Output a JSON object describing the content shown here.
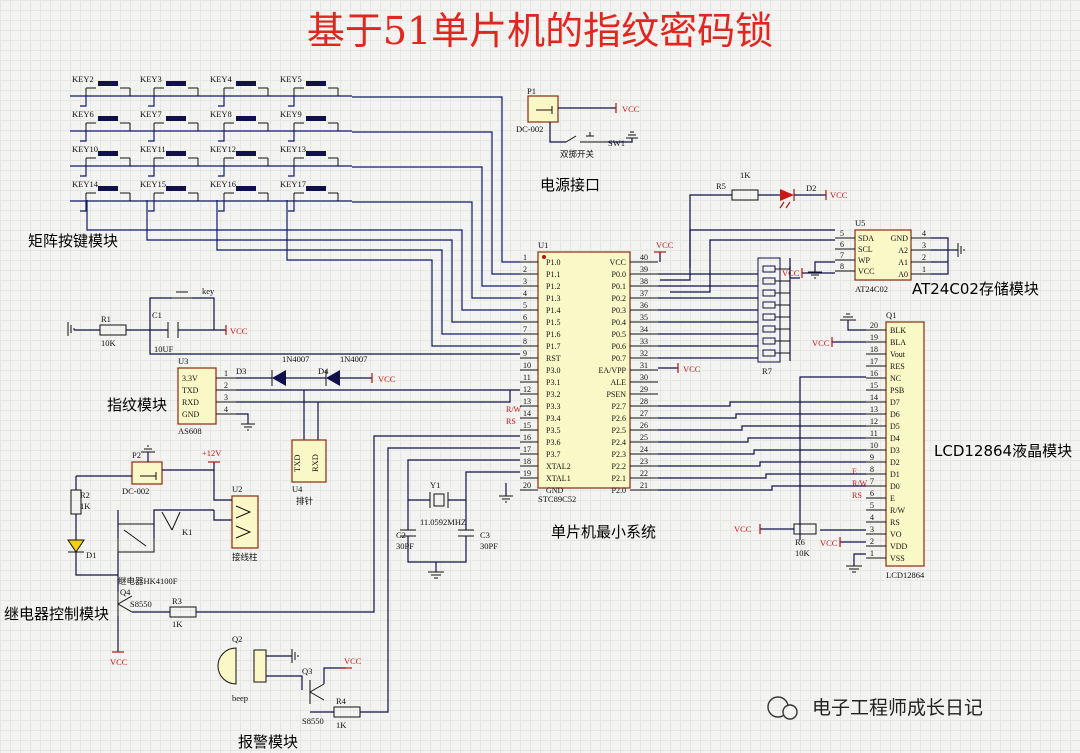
{
  "title": "基于51单片机的指纹密码锁",
  "sections": {
    "keypad": "矩阵按键模块",
    "power": "电源接口",
    "fingerprint": "指纹模块",
    "relay": "继电器控制模块",
    "alarm": "报警模块",
    "mcu": "单片机最小系统",
    "eeprom": "AT24C02存储模块",
    "lcd": "LCD12864液晶模块"
  },
  "watermark": "电子工程师成长日记",
  "keys": [
    "KEY2",
    "KEY3",
    "KEY4",
    "KEY5",
    "KEY6",
    "KEY7",
    "KEY8",
    "KEY9",
    "KEY10",
    "KEY11",
    "KEY12",
    "KEY13",
    "KEY14",
    "KEY15",
    "KEY16",
    "KEY17"
  ],
  "mcu": {
    "ref": "U1",
    "part": "STC89C52",
    "left_pins": [
      {
        "num": "1",
        "name": "P1.0"
      },
      {
        "num": "2",
        "name": "P1.1"
      },
      {
        "num": "3",
        "name": "P1.2"
      },
      {
        "num": "4",
        "name": "P1.3"
      },
      {
        "num": "5",
        "name": "P1.4"
      },
      {
        "num": "6",
        "name": "P1.5"
      },
      {
        "num": "7",
        "name": "P1.6"
      },
      {
        "num": "8",
        "name": "P1.7"
      },
      {
        "num": "9",
        "name": "RST"
      },
      {
        "num": "10",
        "name": "P3.0"
      },
      {
        "num": "11",
        "name": "P3.1"
      },
      {
        "num": "12",
        "name": "P3.2"
      },
      {
        "num": "13",
        "name": "P3.3"
      },
      {
        "num": "14",
        "name": "P3.4"
      },
      {
        "num": "15",
        "name": "P3.5"
      },
      {
        "num": "16",
        "name": "P3.6"
      },
      {
        "num": "17",
        "name": "P3.7"
      },
      {
        "num": "18",
        "name": "XTAL2"
      },
      {
        "num": "19",
        "name": "XTAL1"
      },
      {
        "num": "20",
        "name": "GND"
      }
    ],
    "right_pins": [
      {
        "num": "40",
        "name": "VCC"
      },
      {
        "num": "39",
        "name": "P0.0"
      },
      {
        "num": "38",
        "name": "P0.1"
      },
      {
        "num": "37",
        "name": "P0.2"
      },
      {
        "num": "36",
        "name": "P0.3"
      },
      {
        "num": "35",
        "name": "P0.4"
      },
      {
        "num": "34",
        "name": "P0.5"
      },
      {
        "num": "33",
        "name": "P0.6"
      },
      {
        "num": "32",
        "name": "P0.7"
      },
      {
        "num": "31",
        "name": "EA/VPP"
      },
      {
        "num": "30",
        "name": "ALE"
      },
      {
        "num": "29",
        "name": "PSEN"
      },
      {
        "num": "28",
        "name": "P2.7"
      },
      {
        "num": "27",
        "name": "P2.6"
      },
      {
        "num": "26",
        "name": "P2.5"
      },
      {
        "num": "25",
        "name": "P2.4"
      },
      {
        "num": "24",
        "name": "P2.3"
      },
      {
        "num": "23",
        "name": "P2.2"
      },
      {
        "num": "22",
        "name": "P2.1"
      },
      {
        "num": "21",
        "name": "P2.0"
      }
    ],
    "net_labels": [
      "R/W",
      "RS"
    ]
  },
  "lcd": {
    "ref": "Q1",
    "part": "LCD12864",
    "pins": [
      {
        "num": "20",
        "name": "BLK"
      },
      {
        "num": "19",
        "name": "BLA"
      },
      {
        "num": "18",
        "name": "Vout"
      },
      {
        "num": "17",
        "name": "RES"
      },
      {
        "num": "16",
        "name": "NC"
      },
      {
        "num": "15",
        "name": "PSB"
      },
      {
        "num": "14",
        "name": "D7"
      },
      {
        "num": "13",
        "name": "D6"
      },
      {
        "num": "12",
        "name": "D5"
      },
      {
        "num": "11",
        "name": "D4"
      },
      {
        "num": "10",
        "name": "D3"
      },
      {
        "num": "9",
        "name": "D2"
      },
      {
        "num": "8",
        "name": "D1"
      },
      {
        "num": "7",
        "name": "D0"
      },
      {
        "num": "6",
        "name": "E"
      },
      {
        "num": "5",
        "name": "R/W"
      },
      {
        "num": "4",
        "name": "RS"
      },
      {
        "num": "3",
        "name": "VO"
      },
      {
        "num": "2",
        "name": "VDD"
      },
      {
        "num": "1",
        "name": "VSS"
      }
    ],
    "net_labels": [
      "E",
      "R/W",
      "RS"
    ]
  },
  "eeprom": {
    "ref": "U5",
    "part": "AT24C02",
    "left": [
      {
        "num": "5",
        "name": "SDA"
      },
      {
        "num": "6",
        "name": "SCL"
      },
      {
        "num": "7",
        "name": "WP"
      },
      {
        "num": "8",
        "name": "VCC"
      }
    ],
    "right": [
      {
        "num": "4",
        "name": "GND"
      },
      {
        "num": "3",
        "name": "A2"
      },
      {
        "num": "2",
        "name": "A1"
      },
      {
        "num": "1",
        "name": "A0"
      }
    ]
  },
  "fp": {
    "ref": "U3",
    "part": "AS608",
    "pins": [
      {
        "num": "1",
        "name": "3.3V"
      },
      {
        "num": "2",
        "name": "TXD"
      },
      {
        "num": "3",
        "name": "RXD"
      },
      {
        "num": "4",
        "name": "GND"
      }
    ]
  },
  "u4": {
    "ref": "U4",
    "pins": [
      "TXD",
      "RXD"
    ],
    "caption": "排针"
  },
  "u2": {
    "ref": "U2",
    "caption": "接线柱"
  },
  "labels": {
    "p1": "P1",
    "dc002": "DC-002",
    "sw1": "SW1",
    "sw_caption": "双掷开关",
    "p2": "P2",
    "dc002b": "DC-002",
    "plus12": "+12V",
    "r5": "R5",
    "r5v": "1K",
    "d2": "D2",
    "r1": "R1",
    "r1v": "10K",
    "c1": "C1",
    "c1v": "10UF",
    "key": "key",
    "d3": "D3",
    "d4": "D4",
    "d3v": "1N4007",
    "d4v": "1N4007",
    "y1": "Y1",
    "y1v": "11.0592MHZ",
    "c2": "C2",
    "c2v": "30PF",
    "c3": "C3",
    "c3v": "30PF",
    "r7": "R7",
    "r6": "R6",
    "r6v": "10K",
    "r2": "R2",
    "r2v": "1K",
    "d1": "D1",
    "k1": "K1",
    "relay": "继电器HK4100F",
    "q4": "Q4",
    "q4v": "S8550",
    "r3": "R3",
    "r3v": "1K",
    "q2": "Q2",
    "beep": "beep",
    "q3": "Q3",
    "q3v": "S8550",
    "r4": "R4",
    "r4v": "1K",
    "vcc": "VCC"
  }
}
